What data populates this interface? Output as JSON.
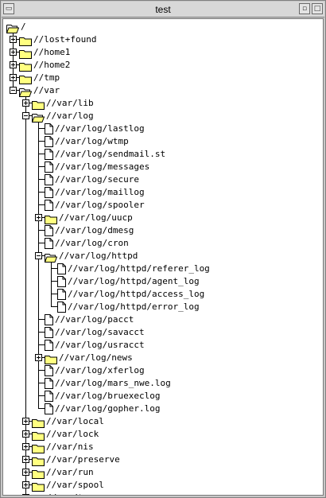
{
  "window": {
    "title": "test",
    "menu_glyph": "▭",
    "min_glyph": "▫",
    "max_glyph": "□"
  },
  "tree": [
    {
      "id": "root",
      "parent": null,
      "depth": 0,
      "label": "/",
      "type": "folder",
      "expanded": true
    },
    {
      "id": "lostfound",
      "parent": "root",
      "depth": 1,
      "label": "//lost+found",
      "type": "folder",
      "expanded": false
    },
    {
      "id": "home1",
      "parent": "root",
      "depth": 1,
      "label": "//home1",
      "type": "folder",
      "expanded": false
    },
    {
      "id": "home2",
      "parent": "root",
      "depth": 1,
      "label": "//home2",
      "type": "folder",
      "expanded": false
    },
    {
      "id": "tmp",
      "parent": "root",
      "depth": 1,
      "label": "//tmp",
      "type": "folder",
      "expanded": false
    },
    {
      "id": "var",
      "parent": "root",
      "depth": 1,
      "label": "//var",
      "type": "folder",
      "expanded": true
    },
    {
      "id": "varlib",
      "parent": "var",
      "depth": 2,
      "label": "//var/lib",
      "type": "folder",
      "expanded": false
    },
    {
      "id": "varlog",
      "parent": "var",
      "depth": 2,
      "label": "//var/log",
      "type": "folder",
      "expanded": true
    },
    {
      "id": "lastlog",
      "parent": "varlog",
      "depth": 3,
      "label": "//var/log/lastlog",
      "type": "file"
    },
    {
      "id": "wtmp",
      "parent": "varlog",
      "depth": 3,
      "label": "//var/log/wtmp",
      "type": "file"
    },
    {
      "id": "sendmail",
      "parent": "varlog",
      "depth": 3,
      "label": "//var/log/sendmail.st",
      "type": "file"
    },
    {
      "id": "messages",
      "parent": "varlog",
      "depth": 3,
      "label": "//var/log/messages",
      "type": "file"
    },
    {
      "id": "secure",
      "parent": "varlog",
      "depth": 3,
      "label": "//var/log/secure",
      "type": "file"
    },
    {
      "id": "maillog",
      "parent": "varlog",
      "depth": 3,
      "label": "//var/log/maillog",
      "type": "file"
    },
    {
      "id": "spooler",
      "parent": "varlog",
      "depth": 3,
      "label": "//var/log/spooler",
      "type": "file"
    },
    {
      "id": "uucp",
      "parent": "varlog",
      "depth": 3,
      "label": "//var/log/uucp",
      "type": "folder",
      "expanded": false
    },
    {
      "id": "dmesg",
      "parent": "varlog",
      "depth": 3,
      "label": "//var/log/dmesg",
      "type": "file"
    },
    {
      "id": "cron",
      "parent": "varlog",
      "depth": 3,
      "label": "//var/log/cron",
      "type": "file"
    },
    {
      "id": "httpd",
      "parent": "varlog",
      "depth": 3,
      "label": "//var/log/httpd",
      "type": "folder",
      "expanded": true
    },
    {
      "id": "referer",
      "parent": "httpd",
      "depth": 4,
      "label": "//var/log/httpd/referer_log",
      "type": "file"
    },
    {
      "id": "agent",
      "parent": "httpd",
      "depth": 4,
      "label": "//var/log/httpd/agent_log",
      "type": "file"
    },
    {
      "id": "access",
      "parent": "httpd",
      "depth": 4,
      "label": "//var/log/httpd/access_log",
      "type": "file"
    },
    {
      "id": "error",
      "parent": "httpd",
      "depth": 4,
      "label": "//var/log/httpd/error_log",
      "type": "file"
    },
    {
      "id": "pacct",
      "parent": "varlog",
      "depth": 3,
      "label": "//var/log/pacct",
      "type": "file"
    },
    {
      "id": "savacct",
      "parent": "varlog",
      "depth": 3,
      "label": "//var/log/savacct",
      "type": "file"
    },
    {
      "id": "usracct",
      "parent": "varlog",
      "depth": 3,
      "label": "//var/log/usracct",
      "type": "file"
    },
    {
      "id": "news",
      "parent": "varlog",
      "depth": 3,
      "label": "//var/log/news",
      "type": "folder",
      "expanded": false
    },
    {
      "id": "xferlog",
      "parent": "varlog",
      "depth": 3,
      "label": "//var/log/xferlog",
      "type": "file"
    },
    {
      "id": "mars",
      "parent": "varlog",
      "depth": 3,
      "label": "//var/log/mars_nwe.log",
      "type": "file"
    },
    {
      "id": "bruexec",
      "parent": "varlog",
      "depth": 3,
      "label": "//var/log/bruexeclog",
      "type": "file"
    },
    {
      "id": "gopher",
      "parent": "varlog",
      "depth": 3,
      "label": "//var/log/gopher.log",
      "type": "file"
    },
    {
      "id": "varlocal",
      "parent": "var",
      "depth": 2,
      "label": "//var/local",
      "type": "folder",
      "expanded": false
    },
    {
      "id": "varlock",
      "parent": "var",
      "depth": 2,
      "label": "//var/lock",
      "type": "folder",
      "expanded": false
    },
    {
      "id": "varnis",
      "parent": "var",
      "depth": 2,
      "label": "//var/nis",
      "type": "folder",
      "expanded": false
    },
    {
      "id": "varpreserve",
      "parent": "var",
      "depth": 2,
      "label": "//var/preserve",
      "type": "folder",
      "expanded": false
    },
    {
      "id": "varrun",
      "parent": "var",
      "depth": 2,
      "label": "//var/run",
      "type": "folder",
      "expanded": false
    },
    {
      "id": "varspool",
      "parent": "var",
      "depth": 2,
      "label": "//var/spool",
      "type": "folder",
      "expanded": false
    },
    {
      "id": "vartmp",
      "parent": "var",
      "depth": 2,
      "label": "//var/tmp",
      "type": "folder",
      "expanded": false
    }
  ],
  "colors": {
    "folder_fill": "#ffff80",
    "folder_stroke": "#000000",
    "file_fill": "#ffffff",
    "tree_line": "#000000",
    "background": "#ffffff"
  },
  "icons": {
    "folder_closed": "folder-icon",
    "folder_open": "folder-open-icon",
    "file": "file-icon",
    "expand": "plus-box-icon",
    "collapse": "minus-box-icon"
  }
}
